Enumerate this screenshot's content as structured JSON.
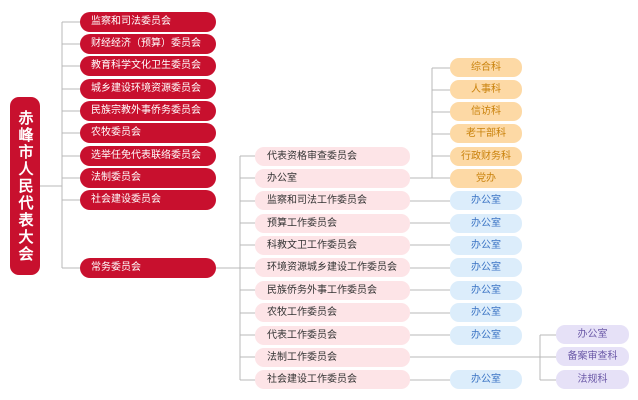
{
  "root": "赤峰市人民代表大会",
  "committees": [
    "监察和司法委员会",
    "财经经济（预算）委员会",
    "教育科学文化卫生委员会",
    "城乡建设环境资源委员会",
    "民族宗教外事侨务委员会",
    "农牧委员会",
    "选举任免代表联络委员会",
    "法制委员会",
    "社会建设委员会"
  ],
  "standing_committee": "常务委员会",
  "standing_units": [
    "代表资格审查委员会",
    "办公室",
    "监察和司法工作委员会",
    "预算工作委员会",
    "科教文卫工作委员会",
    "环境资源城乡建设工作委员会",
    "民族侨务外事工作委员会",
    "农牧工作委员会",
    "代表工作委员会",
    "法制工作委员会",
    "社会建设工作委员会"
  ],
  "office_divisions": [
    "综合科",
    "人事科",
    "信访科",
    "老干部科",
    "行政财务科",
    "党办"
  ],
  "sub_office_label": "办公室",
  "legal_divisions": [
    "办公室",
    "备案审查科",
    "法规科"
  ],
  "colors": {
    "primary_red": "#c8102e",
    "light_pink": "#fde4e7",
    "orange": "#fdd9a5",
    "blue": "#dcedfb",
    "purple": "#e6e1f7",
    "line": "#b8b8b8"
  }
}
